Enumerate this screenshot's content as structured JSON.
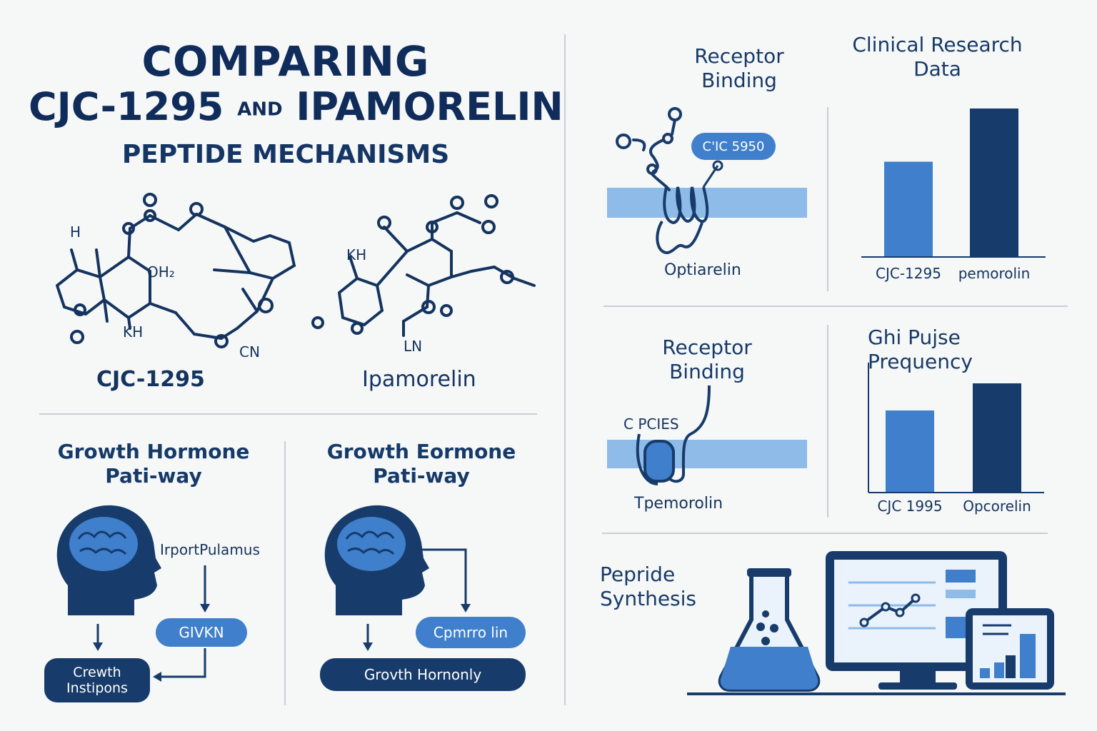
{
  "title": {
    "line1": "COMPARING",
    "line2_a": "CJC-1295",
    "line2_and": "AND",
    "line2_b": "IPAMORELIN",
    "line3": "PEPTIDE MECHANISMS"
  },
  "molecules": {
    "left_label": "CJC-1295",
    "right_label": "Ipamorelin"
  },
  "pathway_left": {
    "heading": "Growth Hormone Pati-way",
    "hypothalamus_label": "IrportPulamus",
    "pill_label": "GIVKN",
    "output_label": "Crewth Instipons"
  },
  "pathway_right": {
    "heading": "Growth Eormone Pati-way",
    "pill_label": "Cpmrro lin",
    "output_label": "Grovth Hornonly"
  },
  "receptor_top": {
    "heading": "Receptor Binding",
    "tag": "C'IC 5950",
    "caption": "Optiarelin"
  },
  "receptor_bottom": {
    "heading": "Receptor Binding",
    "tag": "C PCIES",
    "caption": "Tpemorolin"
  },
  "synthesis": {
    "heading": "Pepride Synthesis"
  },
  "colors": {
    "navy": "#173b6a",
    "blue": "#3f7fcb",
    "membrane": "#8fbbe8"
  },
  "chart_data": [
    {
      "type": "bar",
      "title": "Clinical Research Data",
      "categories": [
        "CJC-1295",
        "pemorolin"
      ],
      "values": [
        64,
        100
      ],
      "ylim": [
        0,
        100
      ]
    },
    {
      "type": "bar",
      "title": "Ghi Pujse Prequency",
      "ylabel": "",
      "categories": [
        "CJC 1995",
        "Opcorelin"
      ],
      "values": [
        75,
        100
      ],
      "ylim": [
        0,
        100
      ]
    }
  ]
}
